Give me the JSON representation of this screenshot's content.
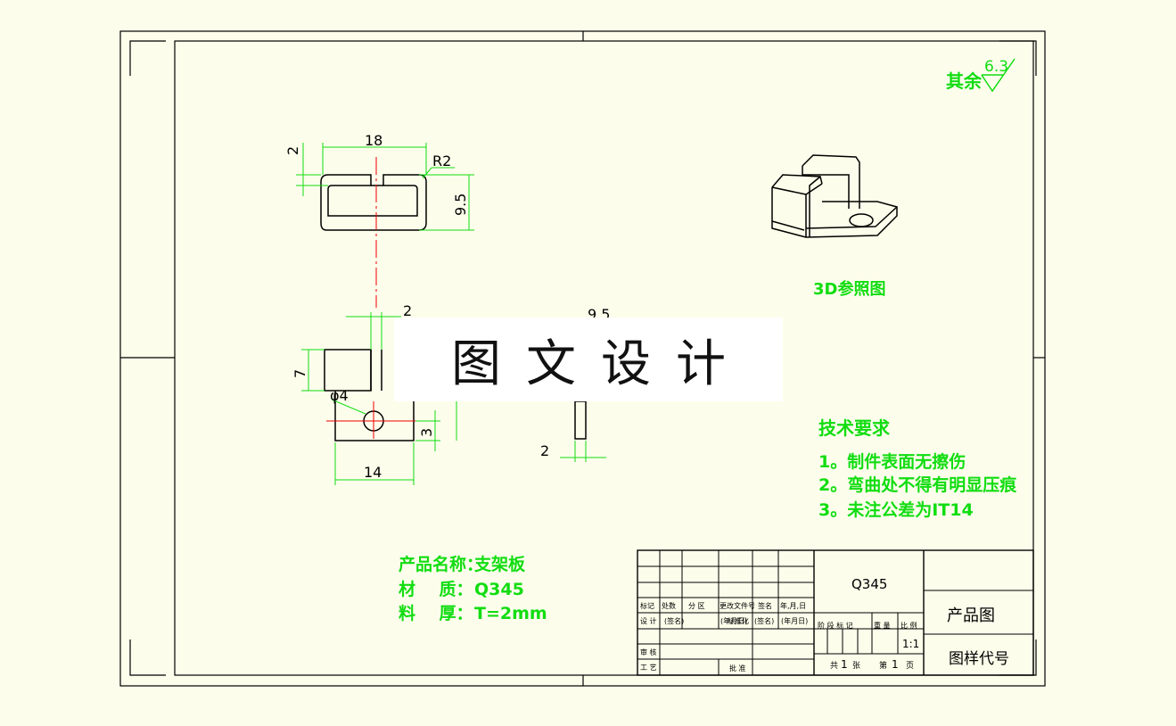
{
  "roughness": {
    "prefix": "其余",
    "value": "6.3"
  },
  "view3d_label": "3D参照图",
  "watermark": "图文设计",
  "dims": {
    "top_width": "18",
    "top_gap": "2",
    "top_radius": "R2",
    "top_height": "9.5",
    "front_thk": "2",
    "front_height": "7",
    "hole": "φ4",
    "hole_offset": "3",
    "base_width": "14",
    "side_len": "9.5",
    "side_thk": "2"
  },
  "tech_req": {
    "title": "技术要求",
    "items": [
      "1。制件表面无擦伤",
      "2。弯曲处不得有明显压痕",
      "3。未注公差为IT14"
    ]
  },
  "product": {
    "name_label": "产品名称：",
    "name": "支架板",
    "material_label": "材    质：",
    "material": "Q345",
    "thickness_label": "料    厚：",
    "thickness": "T=2mm"
  },
  "title_block": {
    "material": "Q345",
    "drawing_title": "产品图",
    "drawing_no_label": "图样代号",
    "scale": "1:1",
    "h_mark": "标记",
    "h_count": "处数",
    "h_zone": "分 区",
    "h_docno": "更改文件号",
    "h_sign": "签名",
    "h_date": "年,月,日",
    "r_design": "设 计",
    "r_sign1": "(签名)",
    "r_date1": "(年月日)",
    "r_std": "标准化",
    "r_sign2": "(签名)",
    "r_date2": "(年月日)",
    "r_stage": "阶 段 标 记",
    "r_weight": "重 量",
    "r_ratio": "比 例",
    "r_check": "审 核",
    "r_process": "工 艺",
    "r_approve": "批 准",
    "total_pre": "共",
    "total": "1",
    "total_post": "张",
    "sheet_pre": "第",
    "sheet": "1",
    "sheet_post": "页"
  }
}
